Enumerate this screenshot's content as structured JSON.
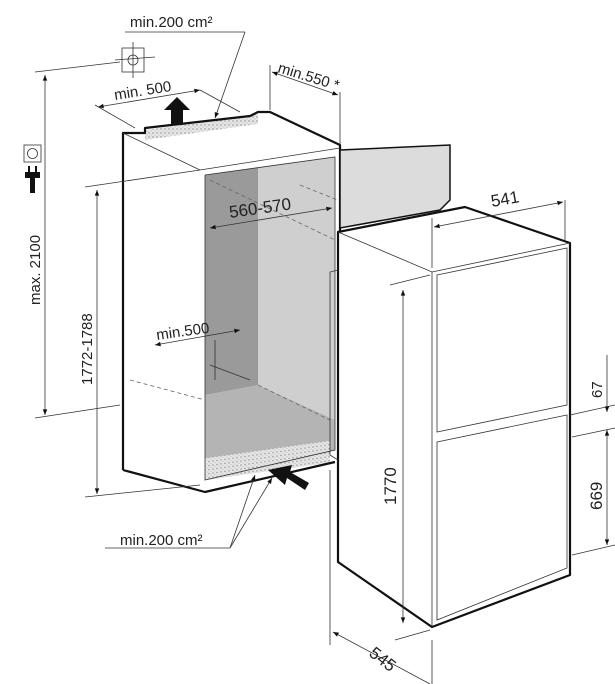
{
  "diagram": {
    "title": "Built-in fridge installation dimensions",
    "labels": {
      "top_vent_area": "min.200 cm²",
      "top_vent_depth": "min. 500",
      "door_clearance": "min.550 *",
      "niche_width": "560-570",
      "max_height": "max. 2100",
      "niche_height": "1772-1788",
      "floor_vent_depth": "min.500",
      "bottom_vent_area": "min.200 cm²",
      "appliance_width": "541",
      "appliance_height": "1770",
      "door_gap": "67",
      "lower_door_height": "669",
      "appliance_depth": "545"
    },
    "icons": [
      "water-connection-icon",
      "power-socket-icon",
      "power-plug-icon",
      "airflow-arrow-icon"
    ],
    "colors": {
      "line": "#111111",
      "niche_dark": "#9a9a9a",
      "niche_light": "#cfcfcf",
      "door_panel": "#dcdcdc"
    }
  }
}
